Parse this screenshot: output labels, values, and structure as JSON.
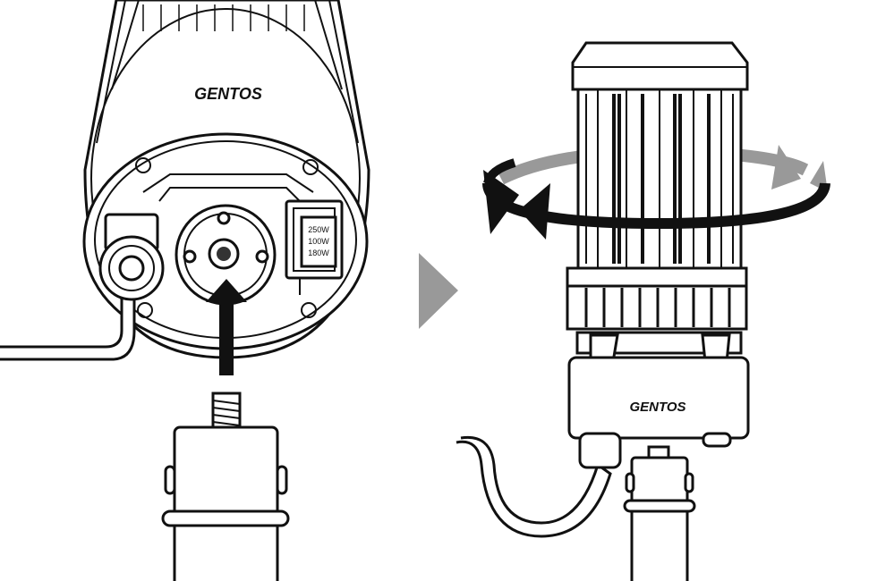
{
  "left_panel": {
    "brand_logo": "GENTOS",
    "wattage_switch": [
      "250W",
      "100W",
      "180W"
    ],
    "arrow_direction": "up"
  },
  "divider": {
    "arrow_icon": "triangle-right",
    "color": "#999999"
  },
  "right_panel": {
    "brand_logo": "GENTOS",
    "rotation_arrow": "rotate-counterclockwise"
  }
}
